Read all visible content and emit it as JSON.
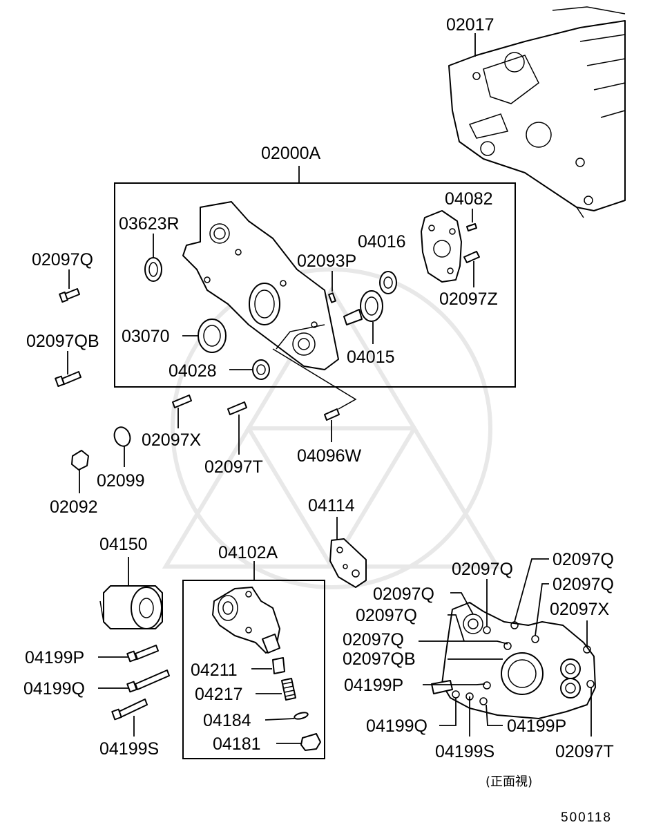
{
  "watermark": "mitsubishi-watermark",
  "labels": {
    "p02017": "02017",
    "p02000A": "02000A",
    "p03623R": "03623R",
    "p02097Q_left": "02097Q",
    "p02097QB_left": "02097QB",
    "p03070": "03070",
    "p04028": "04028",
    "p02093P": "02093P",
    "p04016": "04016",
    "p04082": "04082",
    "p02097Z": "02097Z",
    "p04015": "04015",
    "p02097X_mid": "02097X",
    "p02097T_mid": "02097T",
    "p04096W": "04096W",
    "p02099": "02099",
    "p02092": "02092",
    "p04114": "04114",
    "p04150": "04150",
    "p04102A": "04102A",
    "p04199P_left": "04199P",
    "p04199Q_left": "04199Q",
    "p04199S_left": "04199S",
    "p04211": "04211",
    "p04217": "04217",
    "p04184": "04184",
    "p04181": "04181",
    "r02097Q_a": "02097Q",
    "r02097Q_b": "02097Q",
    "r02097Q_c": "02097Q",
    "r02097Q_d": "02097Q",
    "r02097Q_e": "02097Q",
    "r02097Q_f": "02097Q",
    "r02097X": "02097X",
    "r02097QB": "02097QB",
    "r04199P_a": "04199P",
    "r04199Q": "04199Q",
    "r04199S": "04199S",
    "r04199P_b": "04199P",
    "r02097T": "02097T",
    "front_view": "(正面視)",
    "diagram_code": "500118"
  }
}
